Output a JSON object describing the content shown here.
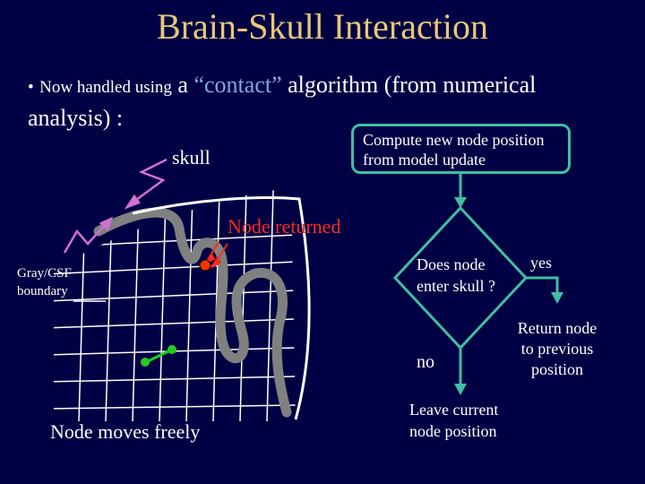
{
  "title": "Brain-Skull Interaction",
  "bullet": {
    "marker": "•",
    "part1": "Now handled using",
    "part2": " a ",
    "quote": "“contact”",
    "part3": " algorithm (from numerical",
    "line2": "analysis) :"
  },
  "labels": {
    "skull": "skull",
    "node_returned": "Node returned",
    "gray_csf_line1": "Gray/CSF",
    "gray_csf_line2": "boundary",
    "node_moves_freely": "Node moves freely"
  },
  "flowchart": {
    "compute_line1": "Compute new node position",
    "compute_line2": "from model update",
    "decision_line1": "Does node",
    "decision_line2": "enter skull ?",
    "yes": "yes",
    "no": "no",
    "return_line1": "Return node",
    "return_line2": "to previous",
    "return_line3": "position",
    "leave_line1": "Leave current",
    "leave_line2": "node position"
  },
  "colors": {
    "background": "#000044",
    "title": "#E8C878",
    "flow_lines": "#3FBFA3",
    "red_label": "#FF2A1A",
    "pointer_arrows": "#D070D0",
    "skull": "#FFFFFF",
    "cortex": "#808080",
    "grid": "#FFFFFF",
    "red_node": "#FF3300",
    "green_node": "#22CC22"
  }
}
